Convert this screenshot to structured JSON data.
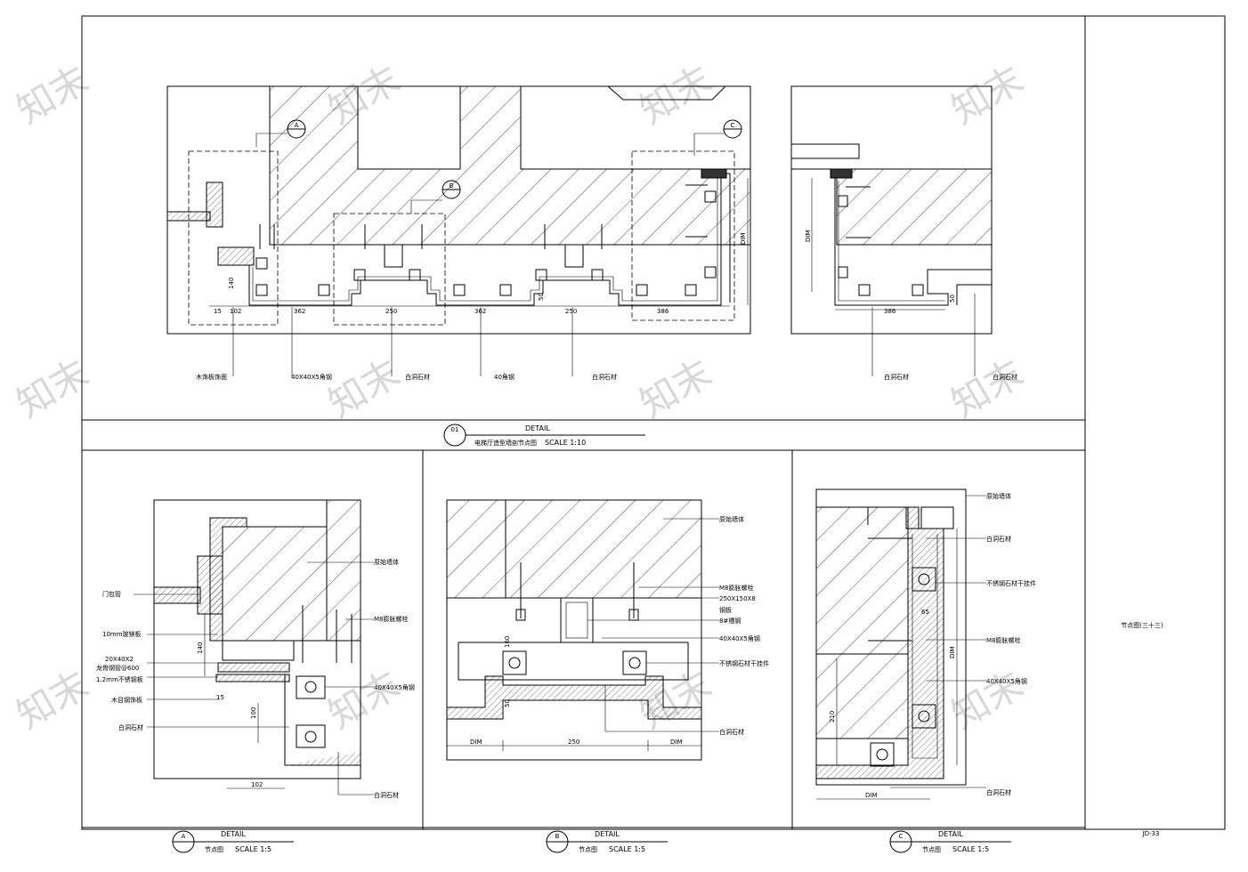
{
  "drawing_number": "JD-33",
  "sheet_title": "节点图(三十三)",
  "watermark": "知末",
  "titles": {
    "main": {
      "number": "01",
      "label": "DETAIL",
      "name": "电梯厅造型墙剖节点图",
      "scale": "SCALE 1:10"
    },
    "a": {
      "letter": "A",
      "label": "DETAIL",
      "name": "节点图",
      "scale": "SCALE 1:5"
    },
    "b": {
      "letter": "B",
      "label": "DETAIL",
      "name": "节点图",
      "scale": "SCALE 1:5"
    },
    "c": {
      "letter": "C",
      "label": "DETAIL",
      "name": "节点图",
      "scale": "SCALE 1:5"
    }
  },
  "main_plan": {
    "dims": [
      "15",
      "102",
      "362",
      "250",
      "362",
      "250",
      "386",
      "140",
      "50",
      "DIM"
    ],
    "labels": [
      "木饰板饰面",
      "40X40X5角钢",
      "白洞石材",
      "40角钢",
      "白洞石材"
    ],
    "callouts": [
      "A",
      "B",
      "C"
    ]
  },
  "side_plan": {
    "dims": [
      "DIM",
      "386",
      "50"
    ],
    "labels": [
      "白洞石材",
      "白洞石材"
    ]
  },
  "detail_a": {
    "labels": [
      "原始墙体",
      "门包管",
      "10mm玻镁板",
      "20X40X2",
      "龙骨钢管@600",
      "1.2mm不锈钢板",
      "木目钢饰板",
      "白洞石材",
      "M8膨胀螺栓",
      "40X40X5角钢",
      "白洞石材"
    ],
    "dims": [
      "140",
      "15",
      "100",
      "102"
    ]
  },
  "detail_b": {
    "labels": [
      "原始墙体",
      "M8膨胀螺栓",
      "250X150X8",
      "钢板",
      "8#槽钢",
      "40X40X5角钢",
      "不锈钢石材干挂件",
      "白洞石材"
    ],
    "dims": [
      "DIM",
      "250",
      "DIM",
      "50",
      "160"
    ]
  },
  "detail_c": {
    "labels": [
      "原始墙体",
      "白洞石材",
      "不锈钢石材干挂件",
      "M8膨胀螺栓",
      "40X40X5角钢",
      "白洞石材"
    ],
    "dims": [
      "65",
      "DIM",
      "210",
      "DIM"
    ]
  }
}
